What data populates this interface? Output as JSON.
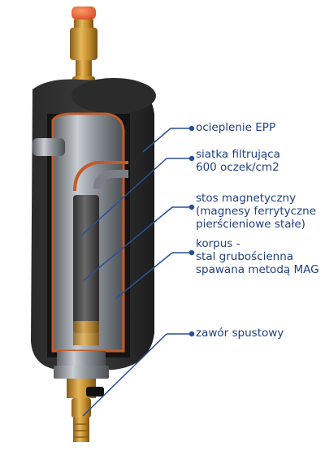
{
  "colors": {
    "label_text": "#1f3f82",
    "leader_line": "#2a4f9a",
    "insulation": "#222222",
    "brass": "#c8922f",
    "cap": "#e8603a",
    "steel": "#9aa0a6",
    "copper_edge": "#c25b2a"
  },
  "labels": [
    {
      "id": "insulation",
      "lines": [
        "ocieplenie EPP"
      ]
    },
    {
      "id": "mesh",
      "lines": [
        "siatka filtrująca",
        "600 oczek/cm2"
      ]
    },
    {
      "id": "magnet",
      "lines": [
        "stos magnetyczny",
        "(magnesy ferrytyczne",
        "pierścieniowe stałe)"
      ]
    },
    {
      "id": "body",
      "lines": [
        "korpus -",
        "stal grubościenna",
        "spawana metodą MAG"
      ]
    },
    {
      "id": "valve",
      "lines": [
        "zawór spustowy"
      ]
    }
  ]
}
